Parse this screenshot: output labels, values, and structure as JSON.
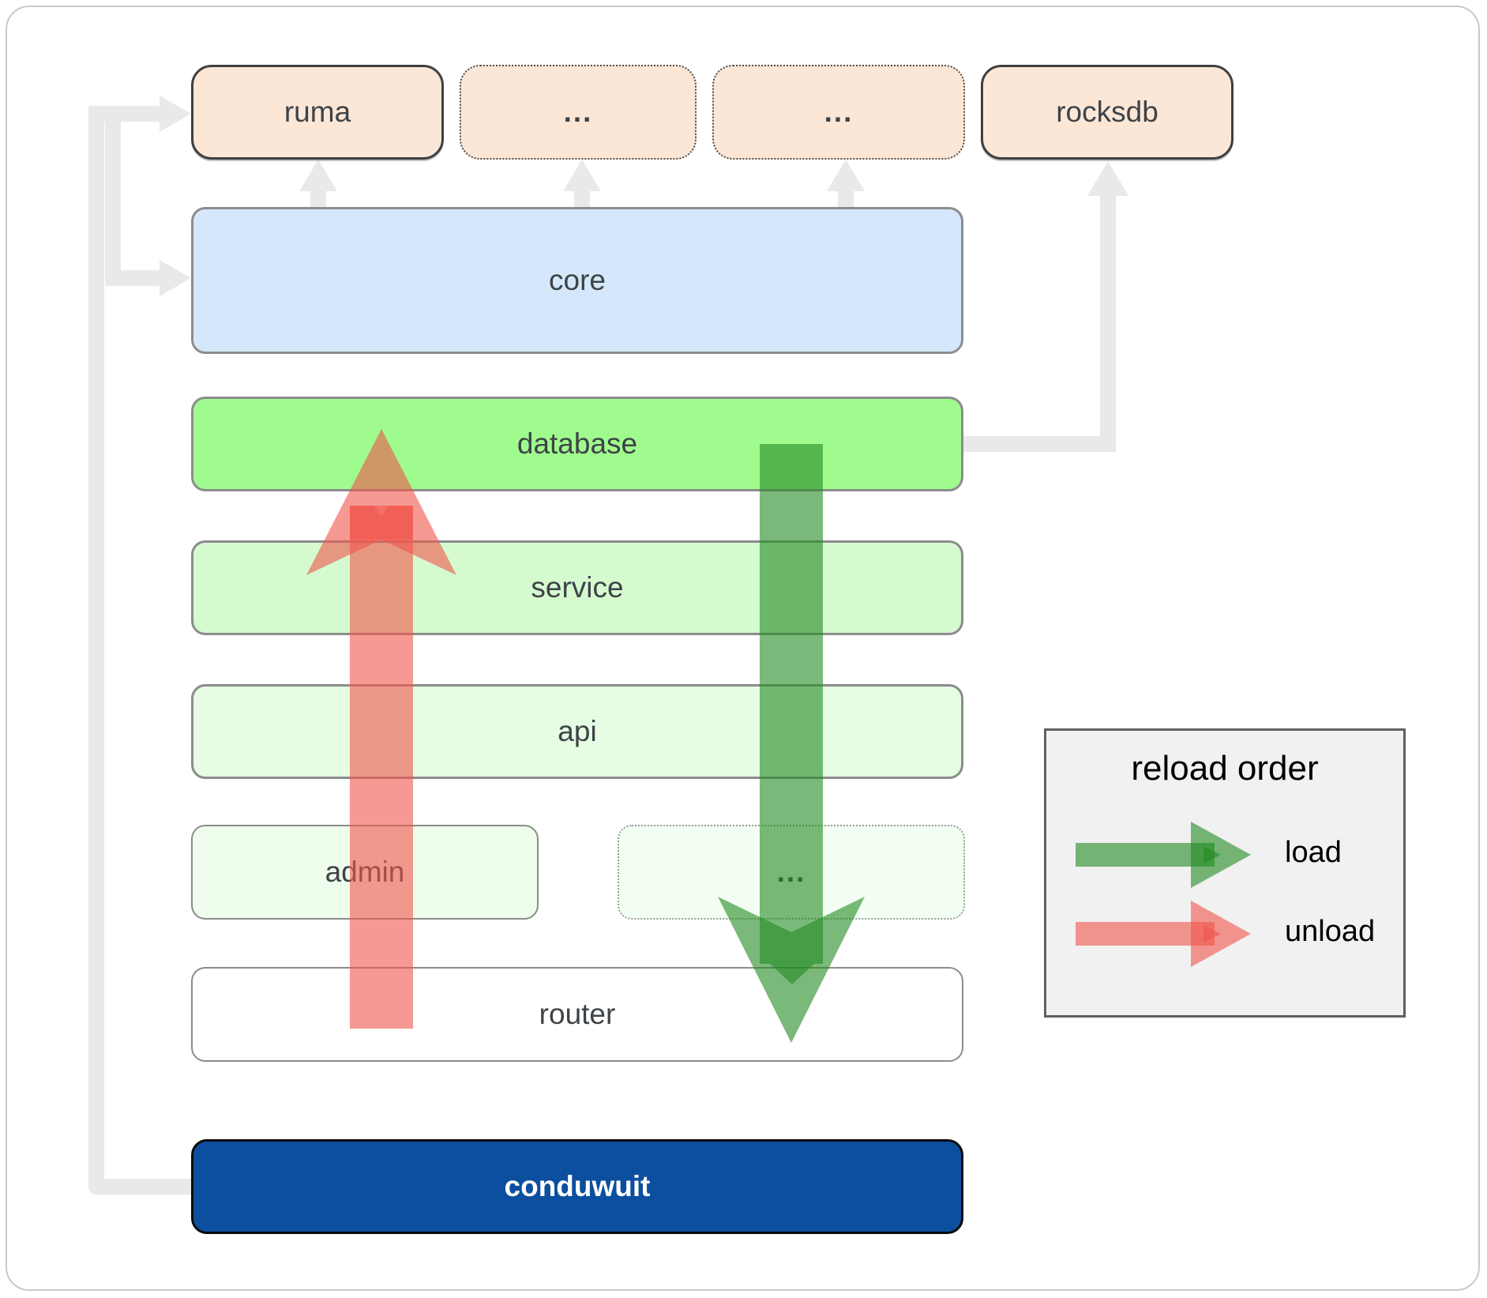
{
  "boxes": {
    "ruma": {
      "label": "ruma",
      "fill": "#fce7d7",
      "border": "#3f3f3f",
      "border_style": "solid"
    },
    "dots1": {
      "label": "...",
      "fill": "#fce7d7",
      "border": "#4d4d4d",
      "border_style": "dotted"
    },
    "dots2": {
      "label": "...",
      "fill": "#fce7d7",
      "border": "#4d4d4d",
      "border_style": "dotted"
    },
    "rocksdb": {
      "label": "rocksdb",
      "fill": "#fce7d7",
      "border": "#3f3f3f",
      "border_style": "solid"
    },
    "core": {
      "label": "core",
      "fill": "#d5e8fb",
      "border": "#8c8c8c",
      "border_style": "solid"
    },
    "database": {
      "label": "database",
      "fill": "#a0fb8e",
      "border": "#8c8c8c",
      "border_style": "solid"
    },
    "service": {
      "label": "service",
      "fill": "#d5fad0",
      "border": "#8c8c8c",
      "border_style": "solid"
    },
    "api": {
      "label": "api",
      "fill": "#e6fce3",
      "border": "#8c8c8c",
      "border_style": "solid"
    },
    "admin": {
      "label": "admin",
      "fill": "#eefdec",
      "border": "#8c8c8c",
      "border_style": "solid"
    },
    "dots3": {
      "label": "...",
      "fill": "#f3fef2",
      "border": "#9a9a9a",
      "border_style": "dotted"
    },
    "router": {
      "label": "router",
      "fill": "#ffffff",
      "border": "#8c8c8c",
      "border_style": "solid"
    },
    "conduwuit": {
      "label": "conduwuit",
      "fill": "#0c4f9e",
      "border": "#0b0b0b",
      "border_style": "solid",
      "text_color": "#ffffff"
    }
  },
  "legend": {
    "title": "reload order",
    "items": [
      {
        "label": "load",
        "color": "#2e8b2e"
      },
      {
        "label": "unload",
        "color": "#f0554b"
      }
    ]
  },
  "arrows": {
    "load_color": "rgba(34,139,34,0.60)",
    "unload_color": "rgba(240,85,75,0.60)",
    "connector_color": "#e9e9e9"
  }
}
